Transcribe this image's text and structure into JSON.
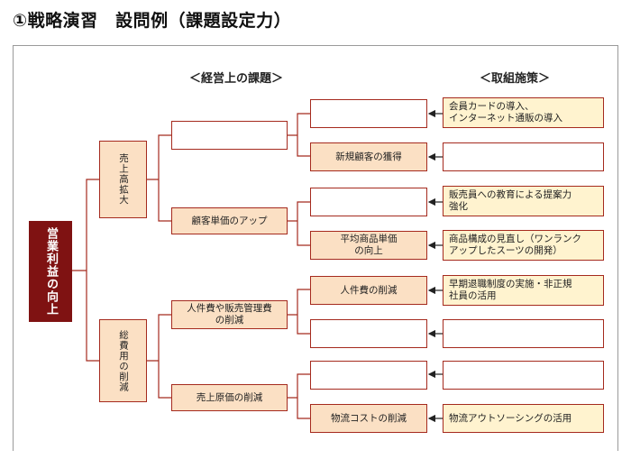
{
  "page_title": "①戦略演習　設問例（課題設定力）",
  "headers": {
    "issues": "＜経営上の課題＞",
    "measures": "＜取組施策＞"
  },
  "root": "営業利益の向上",
  "level1": {
    "sales": "売上高拡大",
    "cost": "総費用の削減"
  },
  "level2": {
    "sales_blank": "",
    "customer_price": "顧客単価のアップ",
    "labor_admin": "人件費や販売管理費\nの削減",
    "cogs": "売上原価の削減"
  },
  "level3": {
    "l3_1": "",
    "l3_2": "新規顧客の獲得",
    "l3_3": "",
    "l3_4": "平均商品単価\nの向上",
    "l3_5": "人件費の削減",
    "l3_6": "",
    "l3_7": "",
    "l3_8": "物流コストの削減"
  },
  "measures": {
    "m1": "会員カードの導入、\nインターネット通販の導入",
    "m2": "",
    "m3": "販売員への教育による提案力\n強化",
    "m4": "商品構成の見直し（ワンランク\nアップしたスーツの開発）",
    "m5": "早期退職制度の実施・非正規\n社員の活用",
    "m6": "",
    "m7": "",
    "m8": "物流アウトソーシングの活用"
  },
  "colors": {
    "root_fill": "#7f1212",
    "tan_fill": "#fbe0c4",
    "measure_fill": "#fff3cf",
    "border": "#a52a1e"
  }
}
